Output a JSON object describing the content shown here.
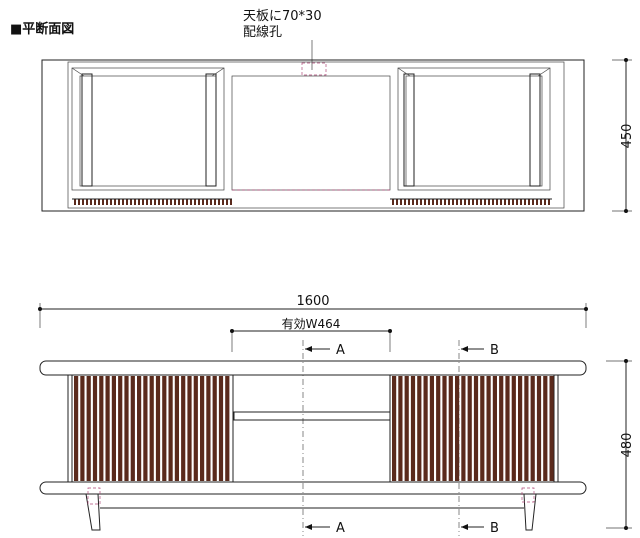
{
  "section_title": "■平断面図",
  "annotation": {
    "line1": "天板に70*30",
    "line2": "配線孔"
  },
  "plan": {
    "depth_label": "450"
  },
  "elevation": {
    "overall_width_label": "1600",
    "effective_width_label": "有効W464",
    "height_label": "480",
    "section_a_label": "A",
    "section_b_label": "B"
  },
  "colors": {
    "slat": "#5a2a1c",
    "slat_gap": "#e8ddd8",
    "line": "#222222",
    "pink_dash": "#b04a7a"
  }
}
